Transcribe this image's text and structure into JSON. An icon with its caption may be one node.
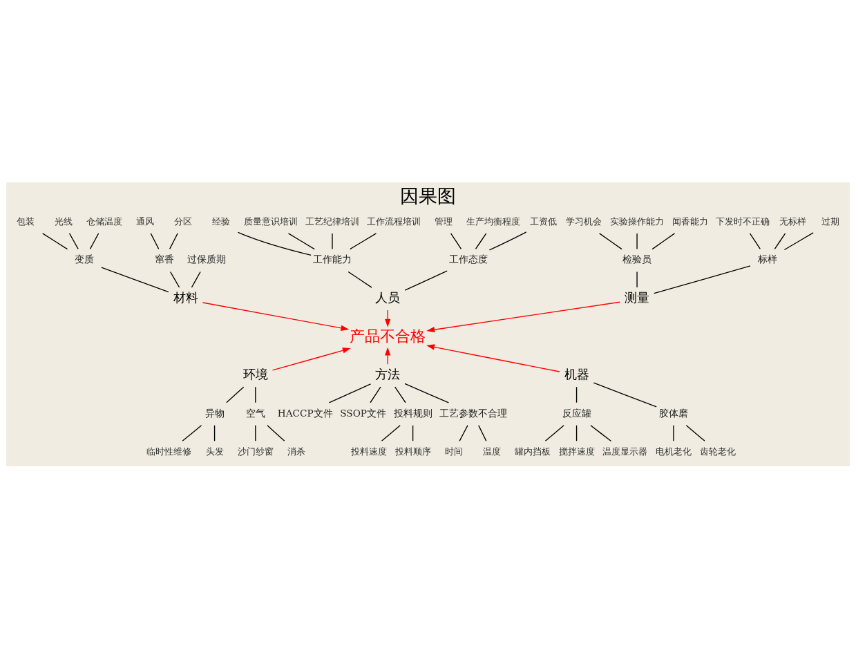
{
  "diagram": {
    "title": "因果图",
    "nodes": [
      {
        "text": [
          "测量"
        ]
      },
      {
        "text": [
          "材料"
        ]
      },
      {
        "text": [
          "人员"
        ]
      },
      {
        "text": [
          "检验员"
        ]
      },
      {
        "text": [
          "学习机会"
        ]
      },
      {
        "text": [
          "实验操作能力"
        ]
      },
      {
        "text": [
          "闻香能力"
        ]
      },
      {
        "text": [
          "标样"
        ]
      },
      {
        "text": [
          "下发时不正确"
        ]
      },
      {
        "text": [
          "无标样"
        ]
      },
      {
        "text": [
          "过期"
        ]
      },
      {
        "text": [
          "变质"
        ]
      },
      {
        "text": [
          "包装"
        ]
      },
      {
        "text": [
          "光线"
        ]
      },
      {
        "text": [
          "仓储温度"
        ]
      },
      {
        "text": [
          "窜香"
        ]
      },
      {
        "text": [
          "通风"
        ]
      },
      {
        "text": [
          "分区"
        ]
      },
      {
        "text": [
          "过保质期"
        ]
      },
      {
        "text": [
          "工作能力"
        ]
      },
      {
        "text": [
          "经验"
        ]
      },
      {
        "text": [
          "质量意识培训"
        ]
      },
      {
        "text": [
          "工艺纪律培训"
        ]
      },
      {
        "text": [
          "工作流程培训"
        ]
      },
      {
        "text": [
          "工作态度"
        ]
      },
      {
        "text": [
          "管理"
        ]
      },
      {
        "text": [
          "生产均衡程度"
        ]
      },
      {
        "text": [
          "工资低"
        ]
      },
      {
        "text": [
          "产品不合格"
        ]
      },
      {
        "text": [
          "异物"
        ]
      },
      {
        "text": [
          "临时性维修"
        ]
      },
      {
        "text": [
          "头发"
        ]
      },
      {
        "text": [
          "空气"
        ]
      },
      {
        "text": [
          "沙门纱窗"
        ]
      },
      {
        "text": [
          "消杀"
        ]
      },
      {
        "text": [
          "HACCP文件"
        ]
      },
      {
        "text": [
          "SSOP文件"
        ]
      },
      {
        "text": [
          "投料规则"
        ]
      },
      {
        "text": [
          "投料速度"
        ]
      },
      {
        "text": [
          "投料顺序"
        ]
      },
      {
        "text": [
          "工艺参数不合理"
        ]
      },
      {
        "text": [
          "时间"
        ]
      },
      {
        "text": [
          "温度"
        ]
      },
      {
        "text": [
          "反应罐"
        ]
      },
      {
        "text": [
          "罐内挡板"
        ]
      },
      {
        "text": [
          "搅拌速度"
        ]
      },
      {
        "text": [
          "温度显示器"
        ]
      },
      {
        "text": [
          "胶体磨"
        ]
      },
      {
        "text": [
          "电机老化"
        ]
      },
      {
        "text": [
          "齿轮老化"
        ]
      },
      {
        "text": [
          "环境"
        ]
      },
      {
        "text": [
          "方法"
        ]
      },
      {
        "text": [
          "机器"
        ]
      }
    ],
    "edges": [
      {
        "from": 0,
        "to": 28,
        "arrow": "to",
        "color": "#ff0000"
      },
      {
        "from": 1,
        "to": 28,
        "arrow": "to",
        "color": "#ff0000"
      },
      {
        "from": 2,
        "to": 28,
        "arrow": "to",
        "color": "#ff0000"
      },
      {
        "from": 50,
        "to": 28,
        "arrow": "to",
        "color": "#ff0000"
      },
      {
        "from": 51,
        "to": 28,
        "arrow": "to",
        "color": "#ff0000"
      },
      {
        "from": 52,
        "to": 28,
        "arrow": "to",
        "color": "#ff0000"
      },
      {
        "from": 3,
        "to": 0,
        "arrow": "none"
      },
      {
        "from": 4,
        "to": 3,
        "arrow": "none"
      },
      {
        "from": 5,
        "to": 3,
        "arrow": "none"
      },
      {
        "from": 6,
        "to": 3,
        "arrow": "none"
      },
      {
        "from": 7,
        "to": 0,
        "arrow": "none"
      },
      {
        "from": 8,
        "to": 7,
        "arrow": "none"
      },
      {
        "from": 9,
        "to": 7,
        "arrow": "none"
      },
      {
        "from": 10,
        "to": 7,
        "arrow": "none"
      },
      {
        "from": 11,
        "to": 1,
        "arrow": "none"
      },
      {
        "from": 12,
        "to": 11,
        "arrow": "none"
      },
      {
        "from": 13,
        "to": 11,
        "arrow": "none"
      },
      {
        "from": 14,
        "to": 11,
        "arrow": "none"
      },
      {
        "from": 15,
        "to": 1,
        "arrow": "none"
      },
      {
        "from": 16,
        "to": 15,
        "arrow": "none"
      },
      {
        "from": 17,
        "to": 15,
        "arrow": "none"
      },
      {
        "from": 18,
        "to": 1,
        "arrow": "none"
      },
      {
        "from": 19,
        "to": 2,
        "arrow": "none"
      },
      {
        "from": 20,
        "to": 19,
        "arrow": "none"
      },
      {
        "from": 21,
        "to": 19,
        "arrow": "none"
      },
      {
        "from": 22,
        "to": 19,
        "arrow": "none"
      },
      {
        "from": 23,
        "to": 19,
        "arrow": "none"
      },
      {
        "from": 24,
        "to": 2,
        "arrow": "none"
      },
      {
        "from": 25,
        "to": 24,
        "arrow": "none"
      },
      {
        "from": 26,
        "to": 24,
        "arrow": "none"
      },
      {
        "from": 27,
        "to": 24,
        "arrow": "none"
      },
      {
        "from": 29,
        "to": 50,
        "arrow": "none"
      },
      {
        "from": 30,
        "to": 29,
        "arrow": "none"
      },
      {
        "from": 31,
        "to": 29,
        "arrow": "none"
      },
      {
        "from": 32,
        "to": 50,
        "arrow": "none"
      },
      {
        "from": 33,
        "to": 32,
        "arrow": "none"
      },
      {
        "from": 34,
        "to": 32,
        "arrow": "none"
      },
      {
        "from": 35,
        "to": 51,
        "arrow": "none"
      },
      {
        "from": 36,
        "to": 51,
        "arrow": "none"
      },
      {
        "from": 37,
        "to": 51,
        "arrow": "none"
      },
      {
        "from": 38,
        "to": 37,
        "arrow": "none"
      },
      {
        "from": 39,
        "to": 37,
        "arrow": "none"
      },
      {
        "from": 40,
        "to": 51,
        "arrow": "none"
      },
      {
        "from": 41,
        "to": 40,
        "arrow": "none"
      },
      {
        "from": 42,
        "to": 40,
        "arrow": "none"
      },
      {
        "from": 43,
        "to": 52,
        "arrow": "none"
      },
      {
        "from": 44,
        "to": 43,
        "arrow": "none"
      },
      {
        "from": 45,
        "to": 43,
        "arrow": "none"
      },
      {
        "from": 46,
        "to": 43,
        "arrow": "none"
      },
      {
        "from": 47,
        "to": 52,
        "arrow": "none"
      },
      {
        "from": 48,
        "to": 47,
        "arrow": "none"
      },
      {
        "from": 49,
        "to": 47,
        "arrow": "none"
      }
    ]
  }
}
